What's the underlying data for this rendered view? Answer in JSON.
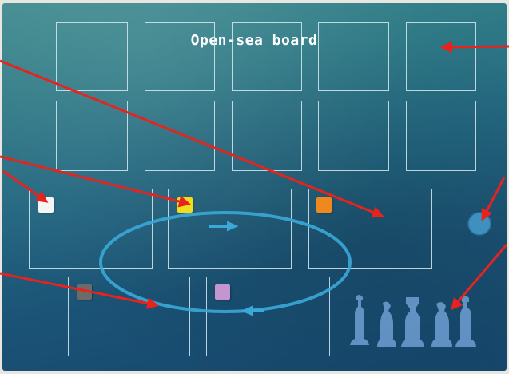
{
  "board": {
    "title": "Open-sea board"
  },
  "colors": {
    "board_base": "#236781",
    "slot_border": "#d7ebf0",
    "arrow": "#e8221c",
    "cycle_ring": "#3aa8d8",
    "token": "#3f8fbf",
    "figures": "#6f9fd2"
  },
  "cubes": [
    {
      "name": "white-cube",
      "color": "#f4f4f4"
    },
    {
      "name": "yellow-cube",
      "color": "#f2dd1c"
    },
    {
      "name": "orange-cube",
      "color": "#ee8a1d"
    },
    {
      "name": "gray-cube",
      "color": "#6d6a68"
    },
    {
      "name": "lilac-cube",
      "color": "#c495cf"
    }
  ],
  "decorations": {
    "cycle_direction": "clockwise",
    "round_token_icon": "round-token-icon",
    "figure_icons": [
      "figure-1-icon",
      "figure-2-icon",
      "figure-3-icon",
      "figure-4-icon",
      "figure-5-icon"
    ]
  }
}
